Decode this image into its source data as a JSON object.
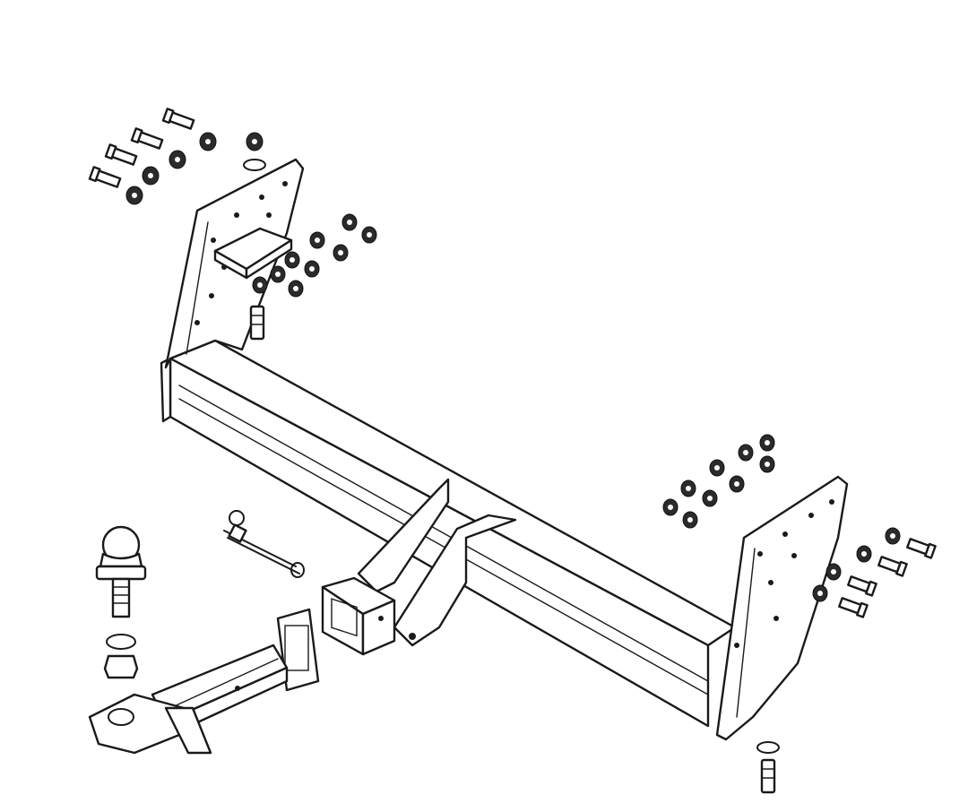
{
  "diagram": {
    "parts": [
      {
        "id": "crossbar",
        "label": ""
      },
      {
        "id": "left-bracket",
        "label": ""
      },
      {
        "id": "right-bracket",
        "label": ""
      },
      {
        "id": "hitch-receiver",
        "label": ""
      },
      {
        "id": "drawbar",
        "label": ""
      },
      {
        "id": "tow-ball",
        "label": ""
      },
      {
        "id": "hitch-pin",
        "label": ""
      },
      {
        "id": "bolt-set",
        "label": ""
      },
      {
        "id": "nut-set",
        "label": ""
      }
    ],
    "line_color": "#1a1a1a",
    "background": "#ffffff"
  }
}
